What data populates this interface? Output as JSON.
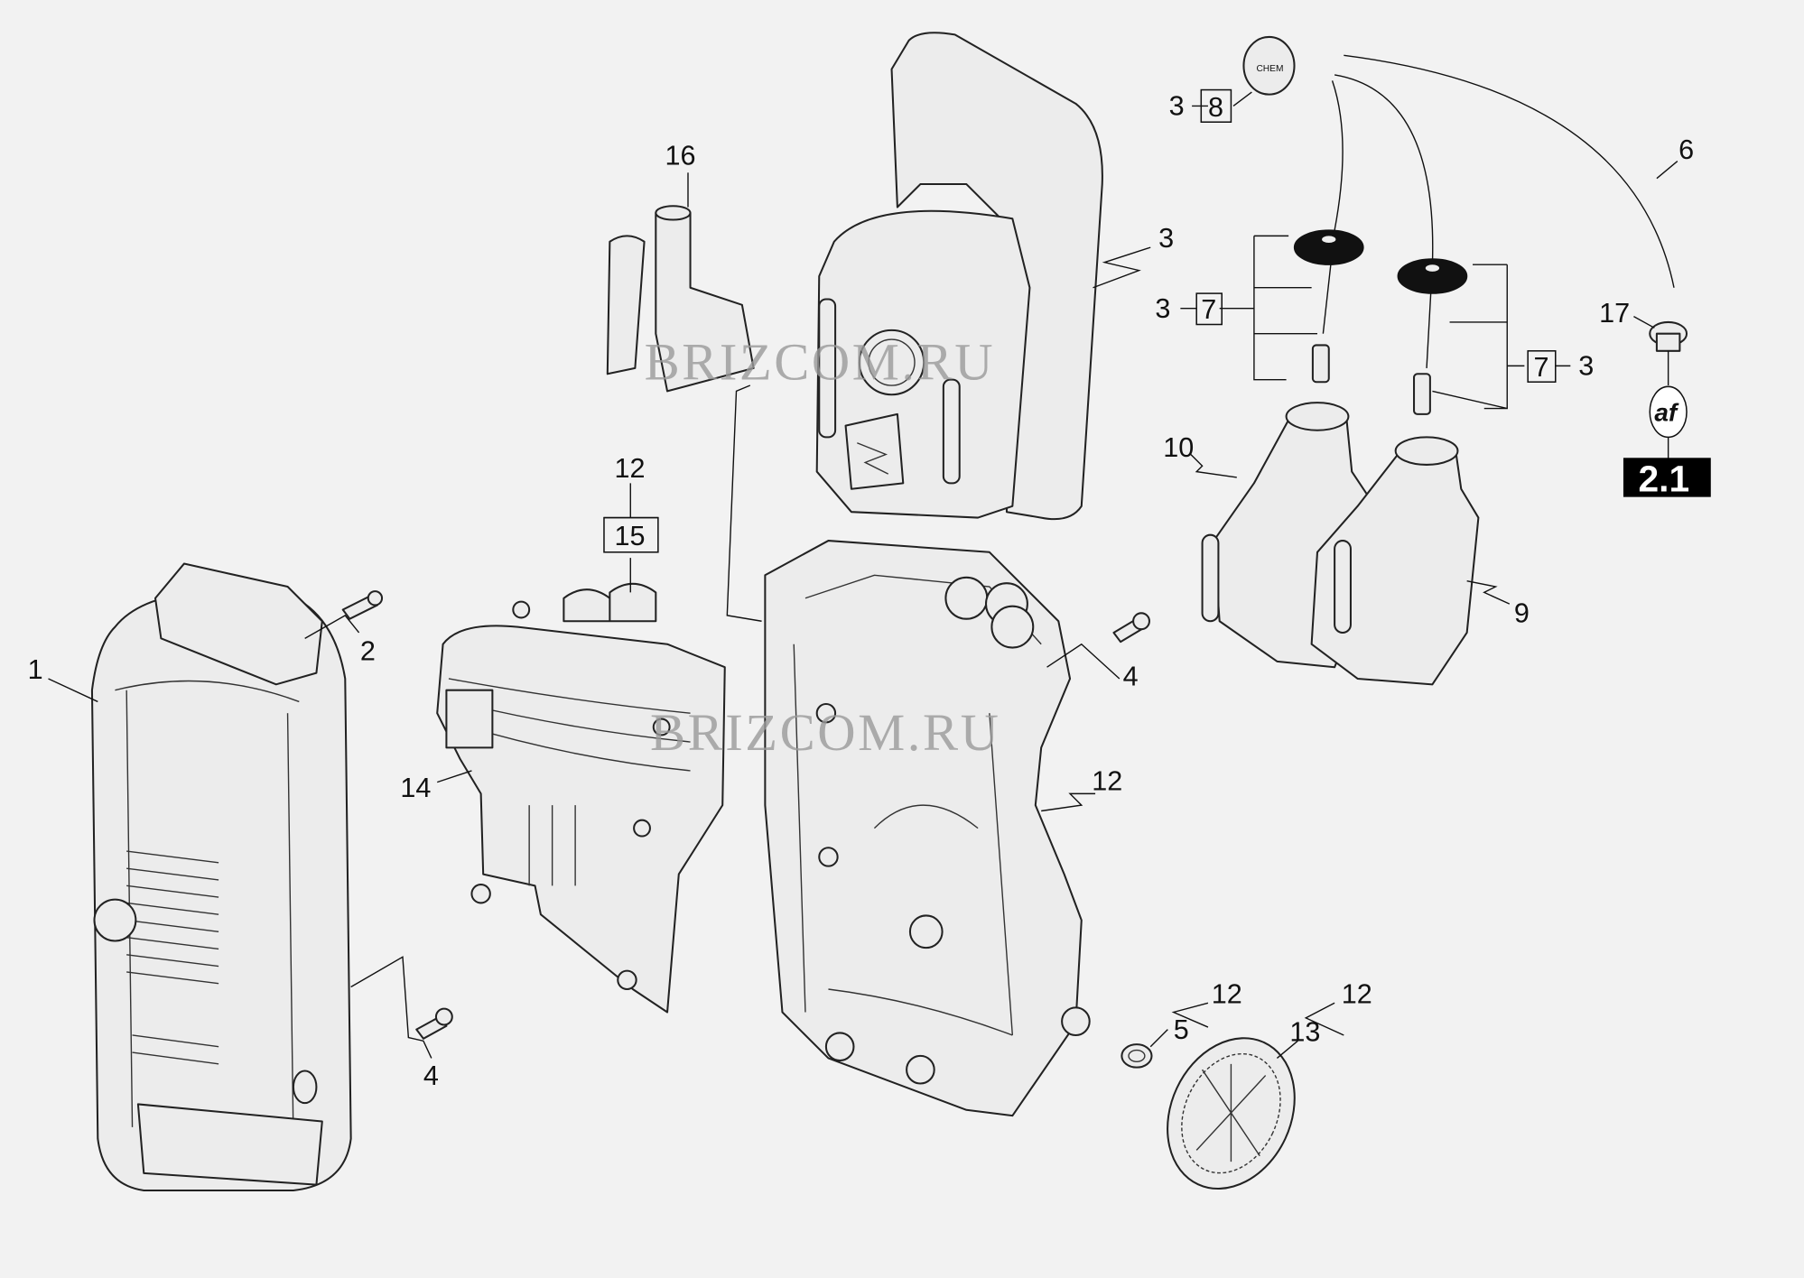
{
  "diagram": {
    "watermark": "BRIZCOM.RU",
    "callouts": {
      "c1": "1",
      "c2": "2",
      "c3a": "3",
      "c3b": "3",
      "c3c": "3",
      "c3d": "3",
      "c4a": "4",
      "c4b": "4",
      "c5": "5",
      "c6": "6",
      "c7a": "7",
      "c7b": "7",
      "c8": "8",
      "c9": "9",
      "c10": "10",
      "c12a": "12",
      "c12b": "12",
      "c12c": "12",
      "c12d": "12",
      "c13": "13",
      "c14": "14",
      "c15": "15",
      "c16": "16",
      "c17": "17"
    },
    "cap_text": "CHEM",
    "badge_af": "af",
    "badge_ref": "2.1"
  }
}
